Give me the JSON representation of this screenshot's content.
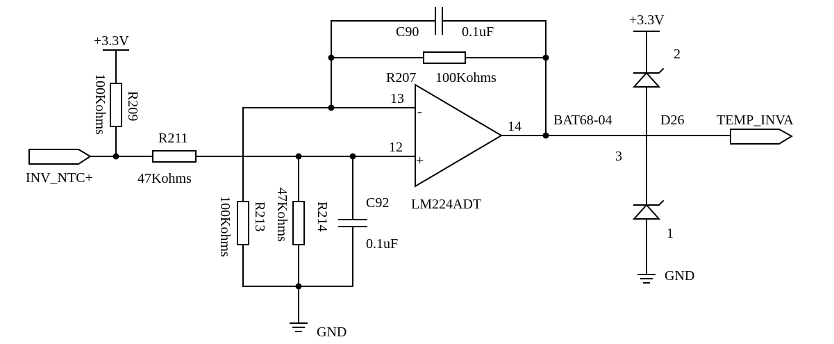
{
  "nets": {
    "vcc_left": "+3.3V",
    "vcc_right": "+3.3V",
    "gnd_opamp": "GND",
    "gnd_diode": "GND",
    "input_port": "INV_NTC+",
    "output_port": "TEMP_INVA"
  },
  "components": {
    "r209": {
      "ref": "R209",
      "value": "100Kohms"
    },
    "r211": {
      "ref": "R211",
      "value": "47Kohms"
    },
    "r213": {
      "ref": "R213",
      "value": "100Kohms"
    },
    "r214": {
      "ref": "R214",
      "value": "47Kohms"
    },
    "c92": {
      "ref": "C92",
      "value": "0.1uF"
    },
    "c90": {
      "ref": "C90",
      "value": "0.1uF"
    },
    "r207": {
      "ref": "R207",
      "value": "100Kohms"
    },
    "u1": {
      "part": "LM224ADT",
      "pin_inv": "13",
      "pin_noninv": "12",
      "pin_out": "14",
      "minus_sign": "-",
      "plus_sign": "+"
    },
    "d26": {
      "ref": "D26",
      "part": "BAT68-04",
      "pin1": "1",
      "pin2": "2",
      "pin3": "3"
    }
  }
}
